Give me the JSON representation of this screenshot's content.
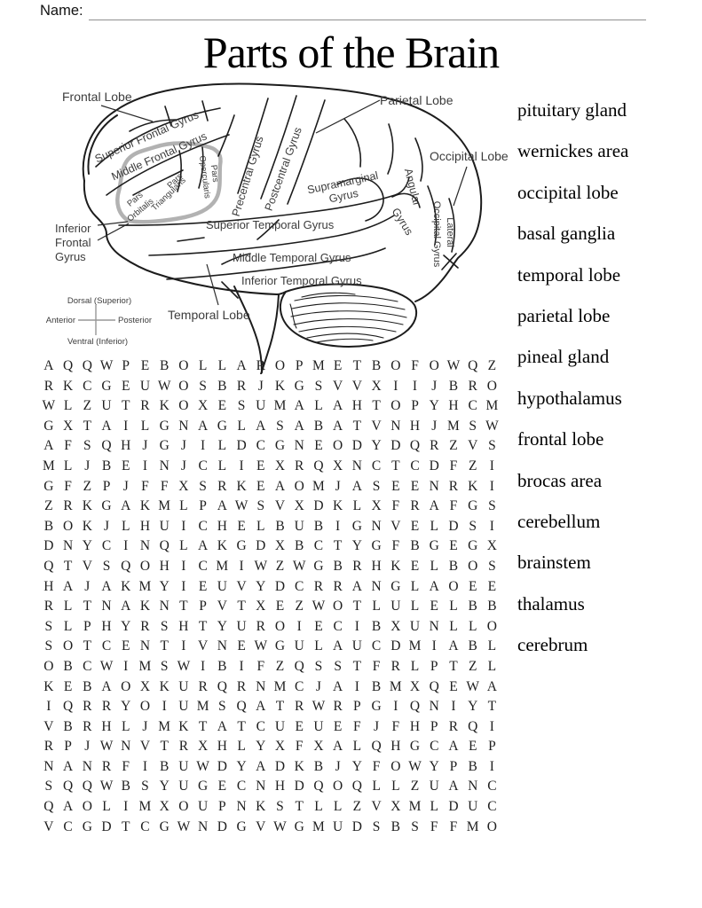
{
  "header": {
    "name_label": "Name:"
  },
  "title": "Parts of the Brain",
  "diagram": {
    "labels": {
      "frontal_lobe": "Frontal Lobe",
      "parietal_lobe": "Parietal Lobe",
      "occipital_lobe": "Occipital Lobe",
      "superior_frontal_gyrus": "Superior Frontal Gyrus",
      "middle_frontal_gyrus": "Middle Frontal Gyrus",
      "precentral_gyrus": "Precentral Gyrus",
      "postcentral_gyrus": "Postcentral Gyrus",
      "supramarginal_gyrus": [
        "Supramarginal",
        "Gyrus"
      ],
      "angular_gyrus": [
        "Angular",
        "Gyrus"
      ],
      "lateral_occipital_gyrus": [
        "Lateral",
        "Occipital Gyrus"
      ],
      "pars_opercularis": [
        "Pars",
        "Opercularis"
      ],
      "pars_triangularis": [
        "Pars",
        "Triangularis"
      ],
      "pars_orbitalis": [
        "Pars",
        "Orbitalis"
      ],
      "inferior_frontal_gyrus": [
        "Inferior",
        "Frontal",
        "Gyrus"
      ],
      "superior_temporal_gyrus": "Superior Temporal Gyrus",
      "middle_temporal_gyrus": "Middle Temporal Gyrus",
      "inferior_temporal_gyrus": "Inferior Temporal Gyrus",
      "temporal_lobe": "Temporal Lobe"
    },
    "compass": {
      "top": "Dorsal (Superior)",
      "left": "Anterior",
      "right": "Posterior",
      "bottom": "Ventral (Inferior)"
    }
  },
  "word_list": [
    "pituitary gland",
    "wernickes area",
    "occipital lobe",
    "basal ganglia",
    "temporal lobe",
    "parietal lobe",
    "pineal gland",
    "hypothalamus",
    "frontal lobe",
    "brocas area",
    "cerebellum",
    "brainstem",
    "thalamus",
    "cerebrum"
  ],
  "word_search": {
    "rows": [
      "AQQWPEBOLLAROPMETBOFOWQZ",
      "RKCGEUWOSBRJKGSVVXIIJBRO",
      "WLZUTRKOXESUMALAHTOPYHCM",
      "GXTAILGNAGLASABATVNHJMSW",
      "AFSQHJGJILDCGNEODYDQRZVS",
      "MLJBEINJCLIEXRQXNCTCDFZI",
      "GFZPJFFXSRKEAOMJASEENRKI",
      "ZRKGAKMLPAWSVXDKLXFRAFGS",
      "BOKJLHUICHELBUBIGNVELDSI",
      "DNYCINQLAKGDXBCTYGFBGEGX",
      "QTVSQOHICMIWZWGBRHKELBOS",
      "HAJAKMYIEUVYDCRRANGLAOEE",
      "RLTNAKNTPVTXEZWOTLULELBB",
      "SLPHYRSHTYUROIECIBXUNLLO",
      "SOTCENTIVNEWGULAUCDMIABL",
      "OBCWIMSWIBIFZQSSTFRLPTZL",
      "KEBAOXKURQRNMCJAIBMXQEWA",
      "IQRRYOIUMSQATRWRPGIQNIYT",
      "VBRHLJMKTATCUEUEFJFHPRQI",
      "RPJWNVTRXHLYXFXALQHGCAEP",
      "NANRFIBUWDYADKBJYFOWYPBI",
      "SQQWBSYUGECNHDQOQLLZUANC",
      "QAOLIMXOUPNKSTLLZVXMLDUC",
      "VCGDTCGWNDGVWGMUDSBSFFMO"
    ]
  },
  "colors": {
    "outline": "#1c1c1c",
    "label": "#3c3c3c",
    "muted_gray": "#979797",
    "broca_highlight": "#b2b2b2"
  }
}
